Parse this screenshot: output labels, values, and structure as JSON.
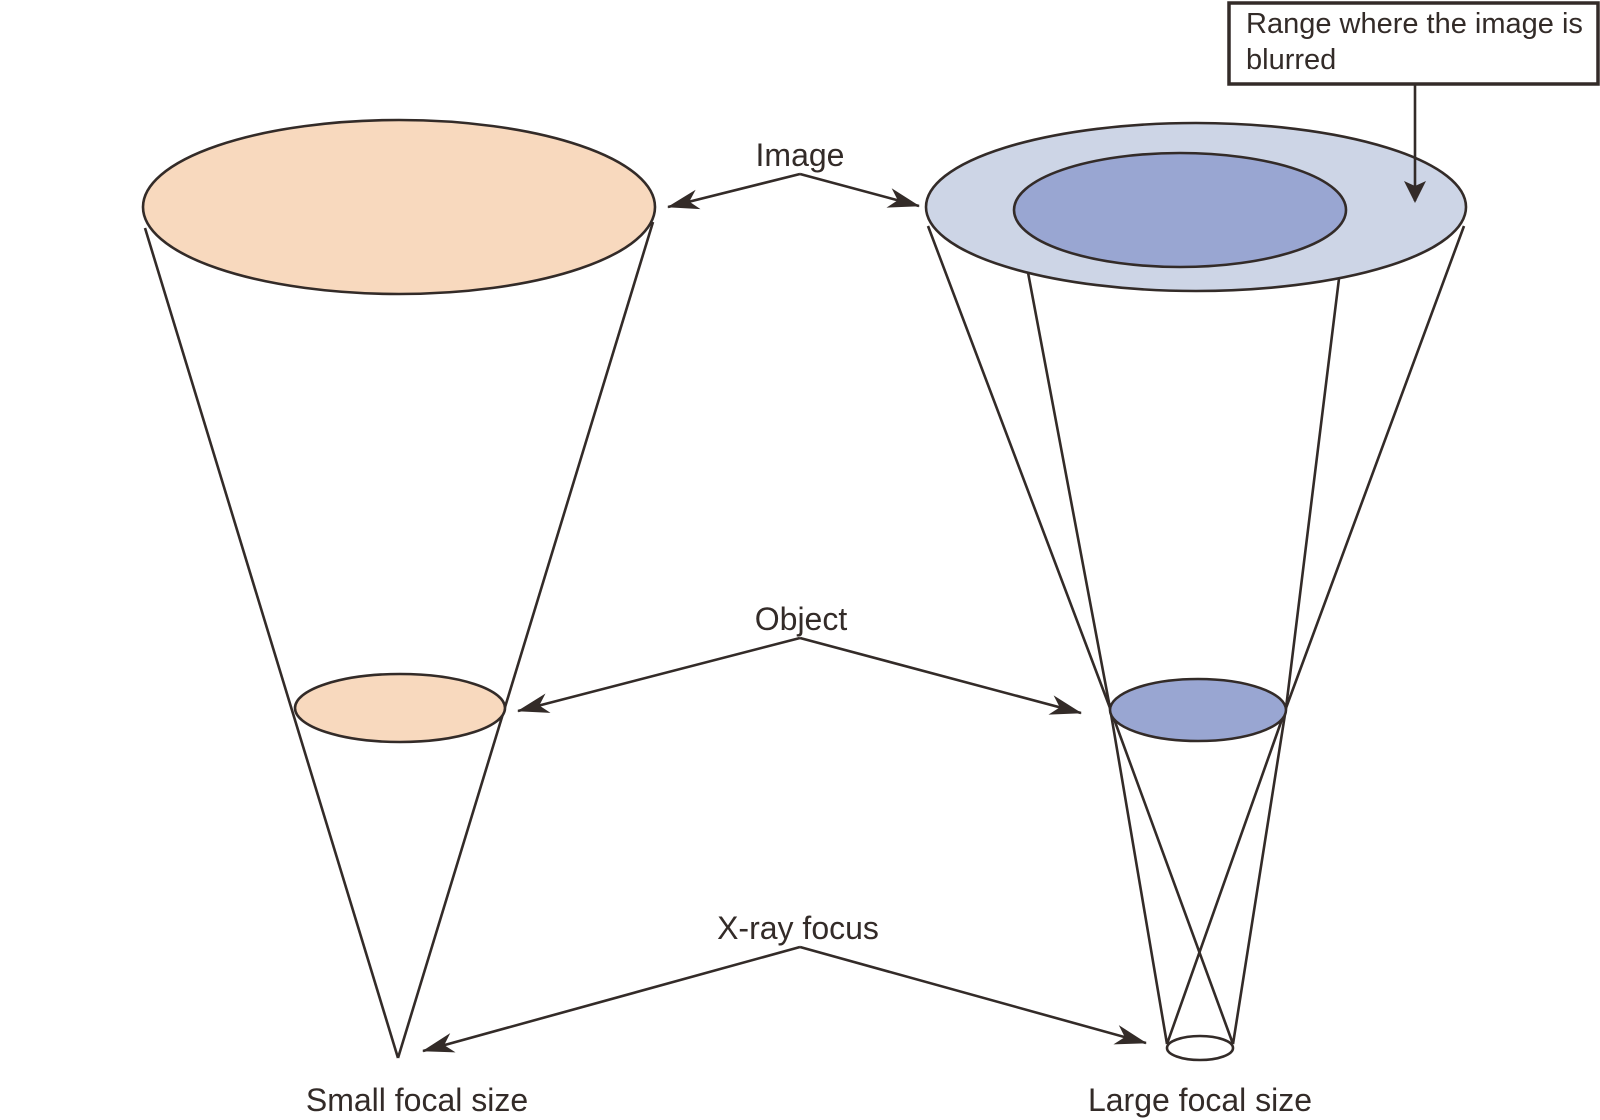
{
  "figure": {
    "kind": "xray-focal-size-blur-diagram",
    "background": "#FFFFFF"
  },
  "colors": {
    "ink": "#332B28",
    "peach": "#F8D9BE",
    "light_blue": "#CDD5E6",
    "mid_blue": "#99A6D2",
    "focal_spot_fill": "#FFFFFF"
  },
  "labels": {
    "image": "Image",
    "object": "Object",
    "xray_focus": "X-ray focus",
    "small_focal_size": "Small focal size",
    "large_focal_size": "Large focal size"
  },
  "callout": {
    "line1": "Range where the image is",
    "line2": "blurred"
  }
}
